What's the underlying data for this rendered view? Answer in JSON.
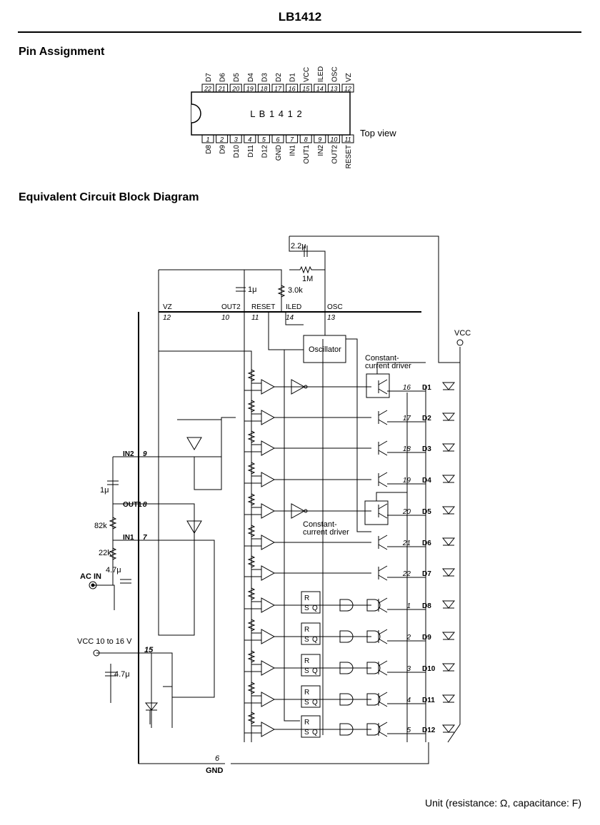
{
  "header": {
    "title": "LB1412"
  },
  "pin_assignment": {
    "heading": "Pin Assignment",
    "chip_label": "L B 1  4 1 2",
    "view_label": "Top view",
    "top_pins": [
      {
        "num": "22",
        "name": "D7"
      },
      {
        "num": "21",
        "name": "D6"
      },
      {
        "num": "20",
        "name": "D5"
      },
      {
        "num": "19",
        "name": "D4"
      },
      {
        "num": "18",
        "name": "D3"
      },
      {
        "num": "17",
        "name": "D2"
      },
      {
        "num": "16",
        "name": "D1"
      },
      {
        "num": "15",
        "name": "VCC"
      },
      {
        "num": "14",
        "name": "ILED"
      },
      {
        "num": "13",
        "name": "OSC"
      },
      {
        "num": "12",
        "name": "VZ"
      }
    ],
    "bottom_pins": [
      {
        "num": "1",
        "name": "D8"
      },
      {
        "num": "2",
        "name": "D9"
      },
      {
        "num": "3",
        "name": "D10"
      },
      {
        "num": "4",
        "name": "D11"
      },
      {
        "num": "5",
        "name": "D12"
      },
      {
        "num": "6",
        "name": "GND"
      },
      {
        "num": "7",
        "name": "IN1"
      },
      {
        "num": "8",
        "name": "OUT1"
      },
      {
        "num": "9",
        "name": "IN2"
      },
      {
        "num": "10",
        "name": "OUT2"
      },
      {
        "num": "11",
        "name": "RESET"
      }
    ]
  },
  "circuit": {
    "heading": "Equivalent Circuit Block Diagram",
    "osc_label": "Oscillator",
    "driver_label_1": "Constant-",
    "driver_label_2": "current driver",
    "vcc_label": "VCC",
    "vcc_range": "VCC 10 to 16 V",
    "ac_in": "AC IN",
    "gnd": "GND",
    "rs_r": "R",
    "rs_s": "S",
    "rs_q": "Q",
    "top_pins": [
      {
        "name": "VZ",
        "num": "12"
      },
      {
        "name": "OUT2",
        "num": "10"
      },
      {
        "name": "RESET",
        "num": "11"
      },
      {
        "name": "ILED",
        "num": "14"
      },
      {
        "name": "OSC",
        "num": "13"
      }
    ],
    "left_pins": [
      {
        "name": "IN2",
        "num": "9"
      },
      {
        "name": "OUT1",
        "num": "8"
      },
      {
        "name": "IN1",
        "num": "7"
      }
    ],
    "vcc_pin": "15",
    "gnd_pin": "6",
    "component_values": {
      "c_osc": "2.2μ",
      "r_osc": "1M",
      "c_out2": "1μ",
      "r_reset": "3.0k",
      "c_in2": "1μ",
      "r_82k": "82k",
      "r_22k": "22k",
      "c_ac": "4.7μ",
      "c_vcc": "4.7μ"
    },
    "outputs": [
      {
        "num": "16",
        "name": "D1"
      },
      {
        "num": "17",
        "name": "D2"
      },
      {
        "num": "18",
        "name": "D3"
      },
      {
        "num": "19",
        "name": "D4"
      },
      {
        "num": "20",
        "name": "D5"
      },
      {
        "num": "21",
        "name": "D6"
      },
      {
        "num": "22",
        "name": "D7"
      },
      {
        "num": "1",
        "name": "D8"
      },
      {
        "num": "2",
        "name": "D9"
      },
      {
        "num": "3",
        "name": "D10"
      },
      {
        "num": "4",
        "name": "D11"
      },
      {
        "num": "5",
        "name": "D12"
      }
    ]
  },
  "footer": {
    "unit_note": "Unit (resistance: Ω, capacitance: F)"
  }
}
